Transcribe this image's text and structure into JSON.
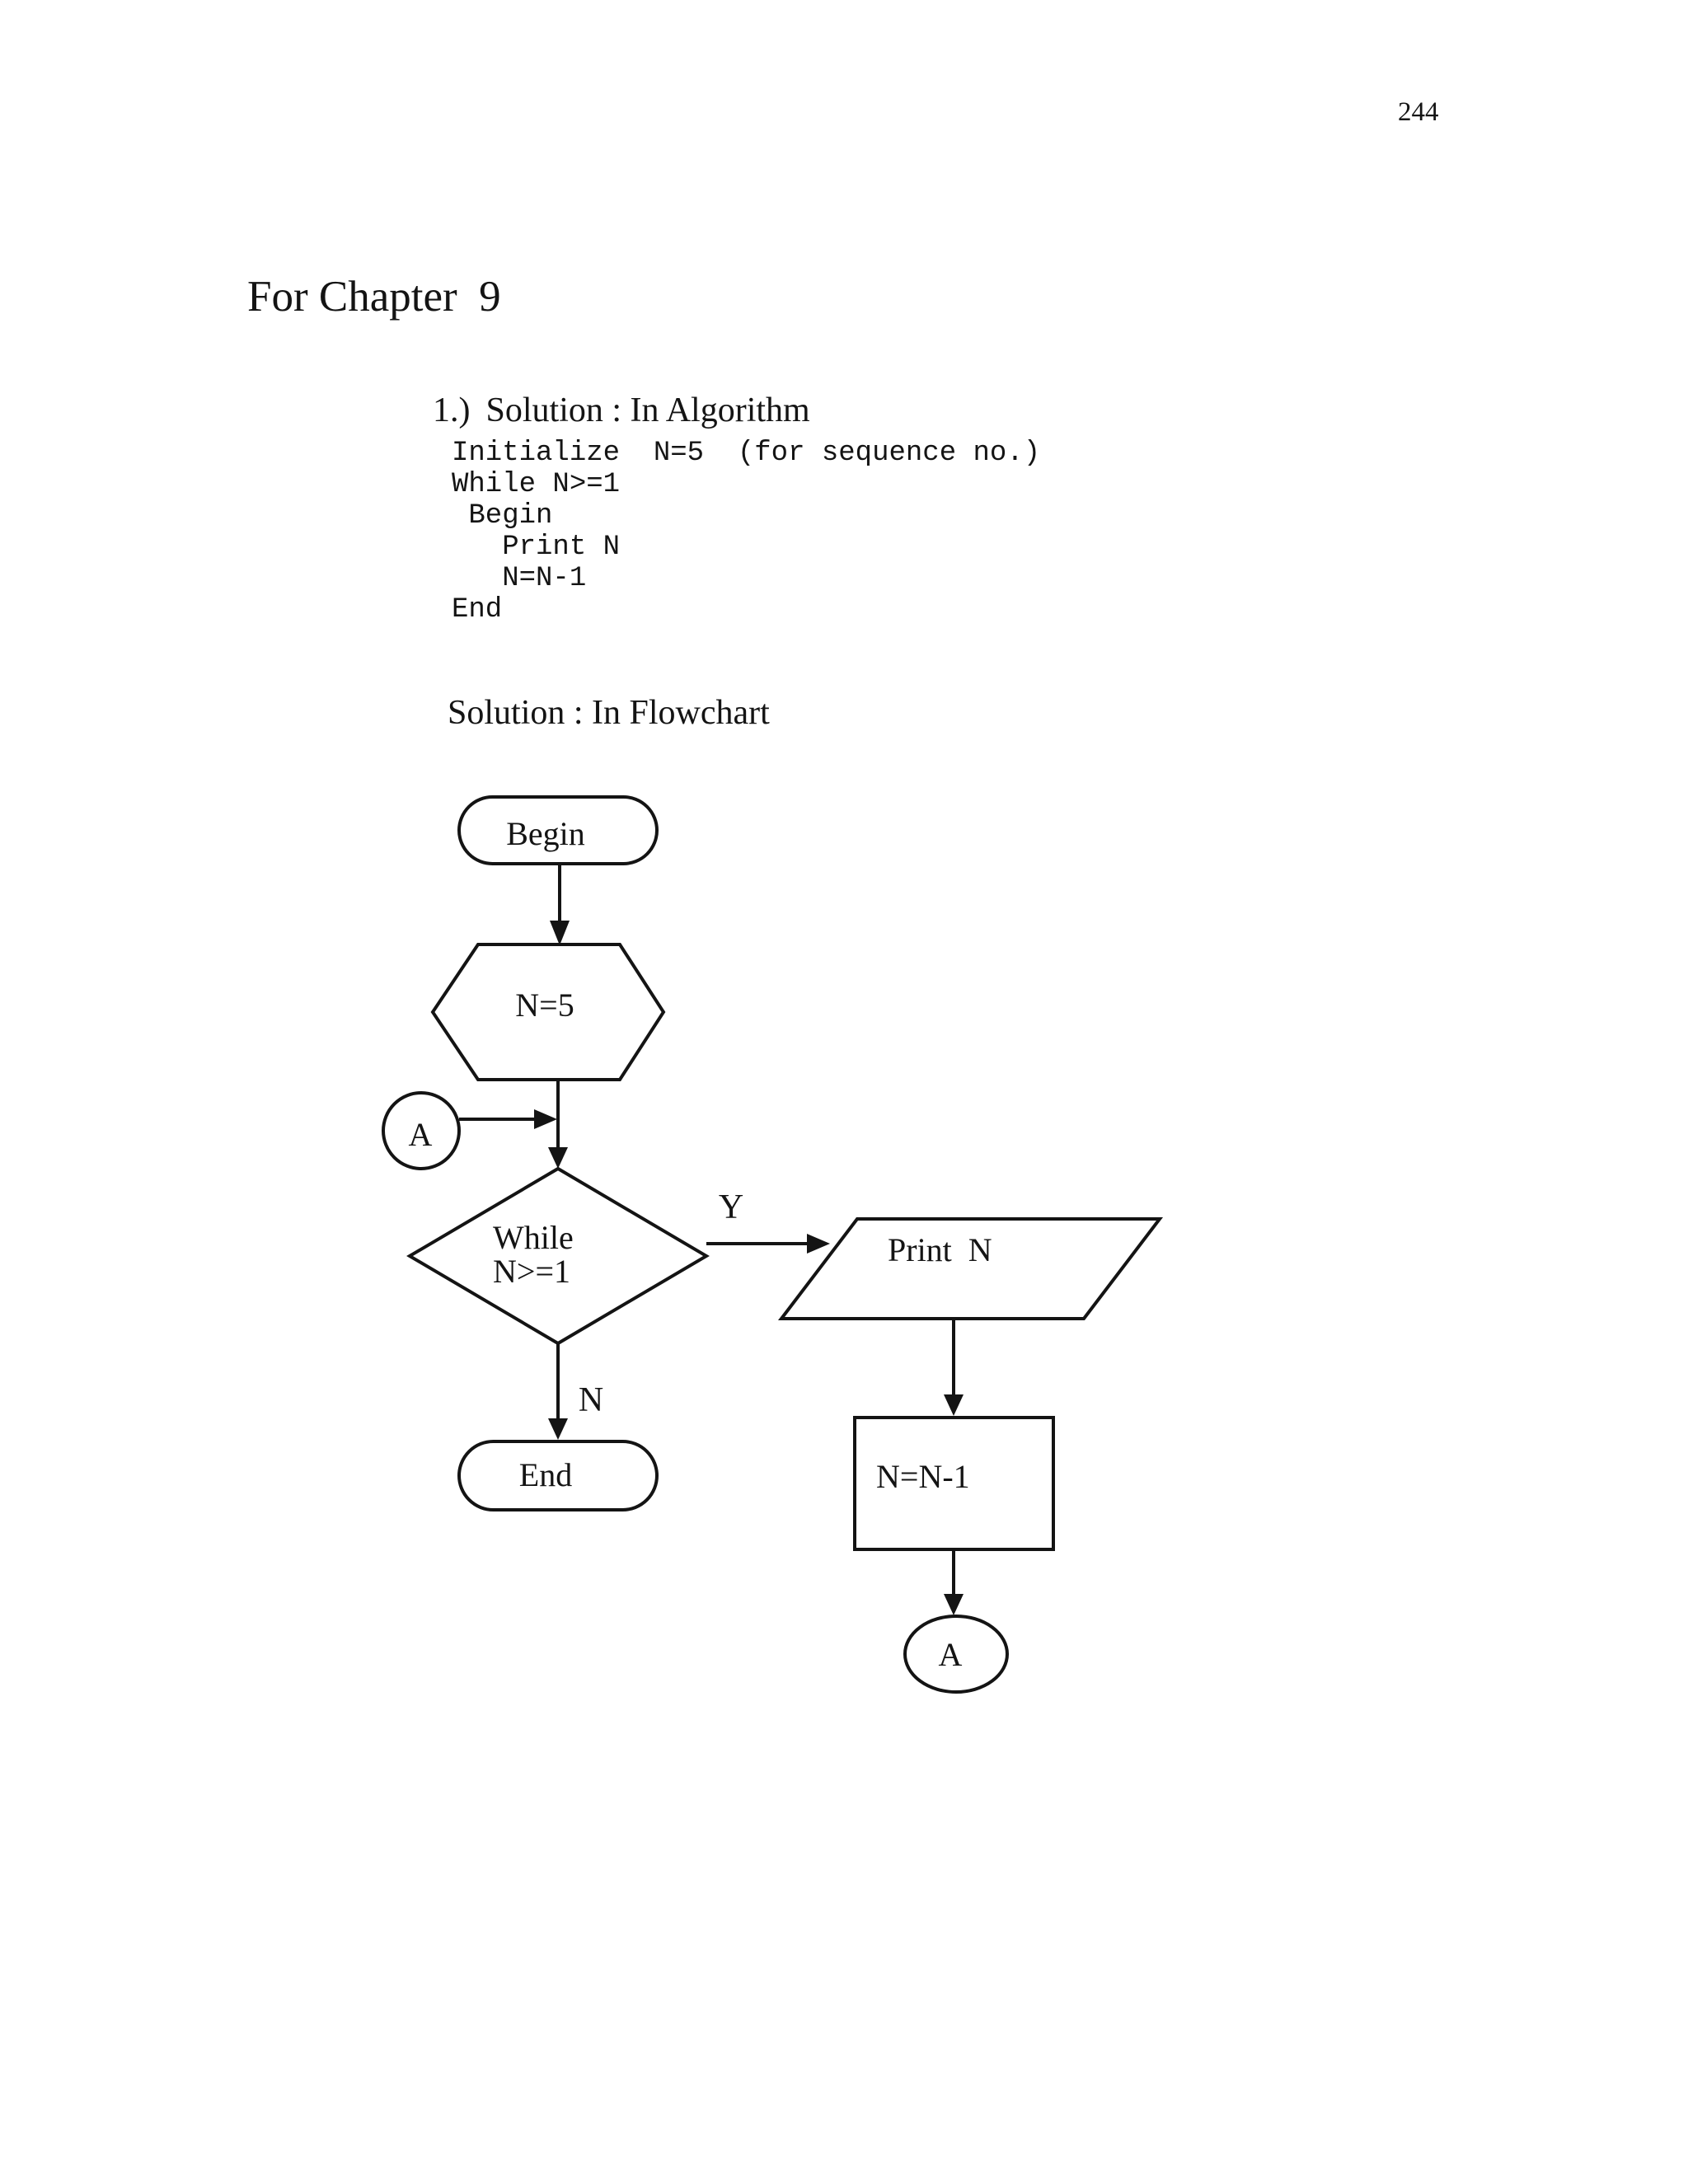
{
  "page": {
    "number": "244"
  },
  "title": "For Chapter  9",
  "problem": {
    "number": "1.)",
    "algorithm_heading": "Solution : In Algorithm",
    "flowchart_heading": "Solution : In Flowchart"
  },
  "algorithm_code": {
    "lines": [
      "Initialize  N=5  (for sequence no.)",
      "While N>=1",
      " Begin",
      "   Print N",
      "   N=N-1",
      "End"
    ]
  },
  "flowchart": {
    "begin_label": "Begin",
    "init_label": "N=5",
    "connector_top_label": "A",
    "decision_line1": "While",
    "decision_line2": "N>=1",
    "yes_label": "Y",
    "no_label": "N",
    "print_label": "Print  N",
    "assign_label": "N=N-1",
    "end_label": "End",
    "connector_bottom_label": "A"
  },
  "colors": {
    "ink": "#141414",
    "paper": "#ffffff"
  }
}
